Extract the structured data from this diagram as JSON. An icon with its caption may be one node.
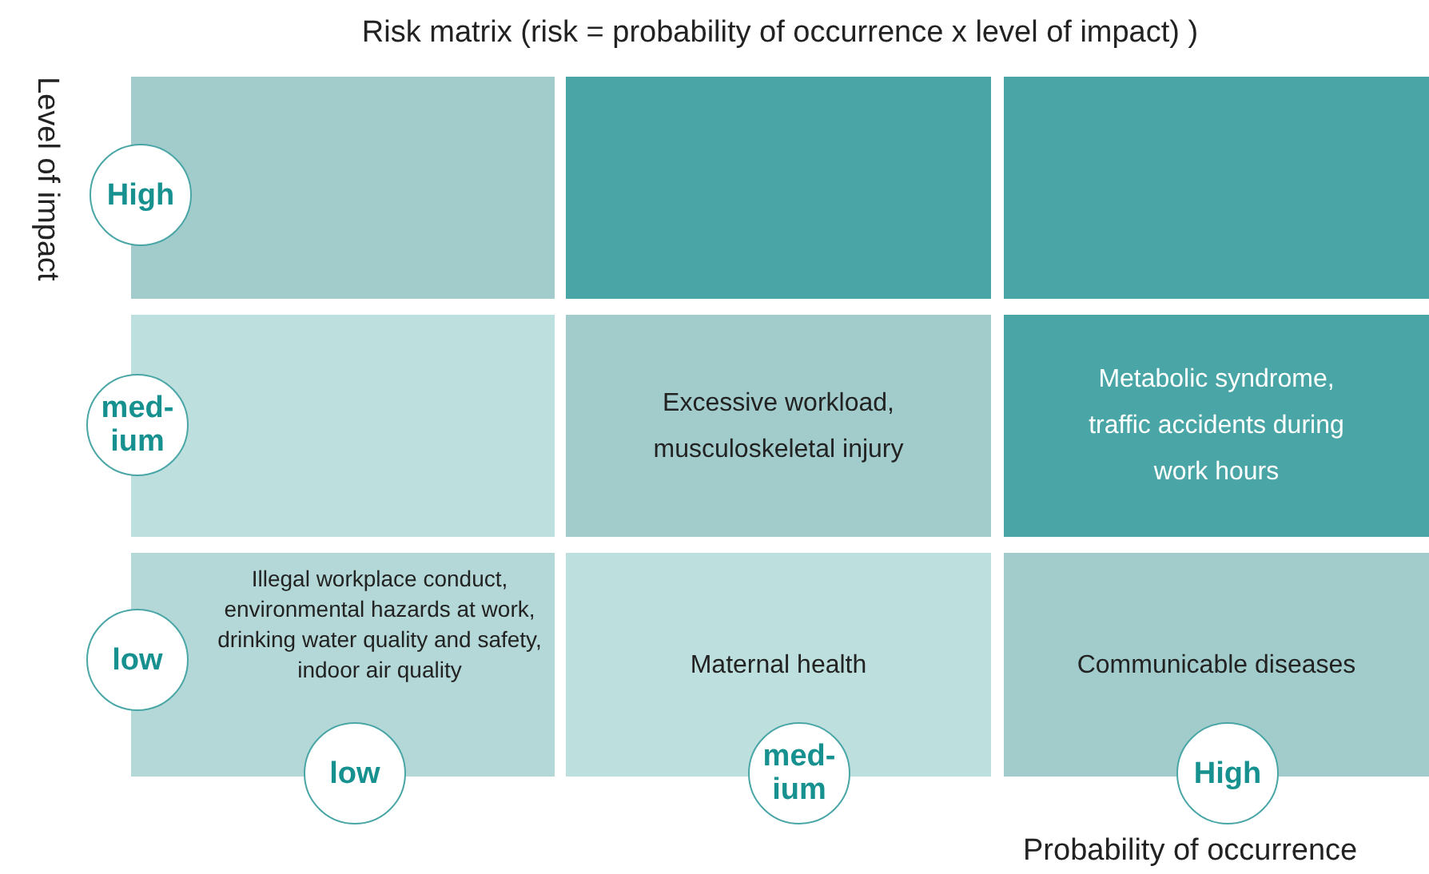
{
  "diagram": {
    "title": "Risk matrix (risk = probability of occurrence x level of impact) )",
    "nodes": [
      {
        "text": [],
        "shape": "box"
      },
      {
        "text": [
          "High"
        ]
      },
      {
        "text": [],
        "shape": "box"
      },
      {
        "text": [],
        "shape": "box"
      },
      {
        "text": [],
        "shape": "box"
      },
      {
        "text": [
          "med-ium"
        ]
      },
      {
        "text": [
          "Excessive workload, musculoskeletal injury"
        ]
      },
      {
        "text": [
          "Metabolic syndrome, traffic accidents during work hours"
        ]
      },
      {
        "text": [
          "Illegal workplace conduct, environmental hazards at work, drinking water quality and safety, indoor air quality"
        ]
      },
      {
        "text": [
          "low"
        ]
      },
      {
        "text": [
          "Maternal health"
        ]
      },
      {
        "text": [
          "Communicable diseases"
        ]
      },
      {
        "text": [
          "low"
        ]
      },
      {
        "text": [
          "med-ium"
        ]
      },
      {
        "text": [
          "High"
        ]
      }
    ],
    "labels": [
      "Level of impact",
      "Probability of occurrence"
    ]
  }
}
